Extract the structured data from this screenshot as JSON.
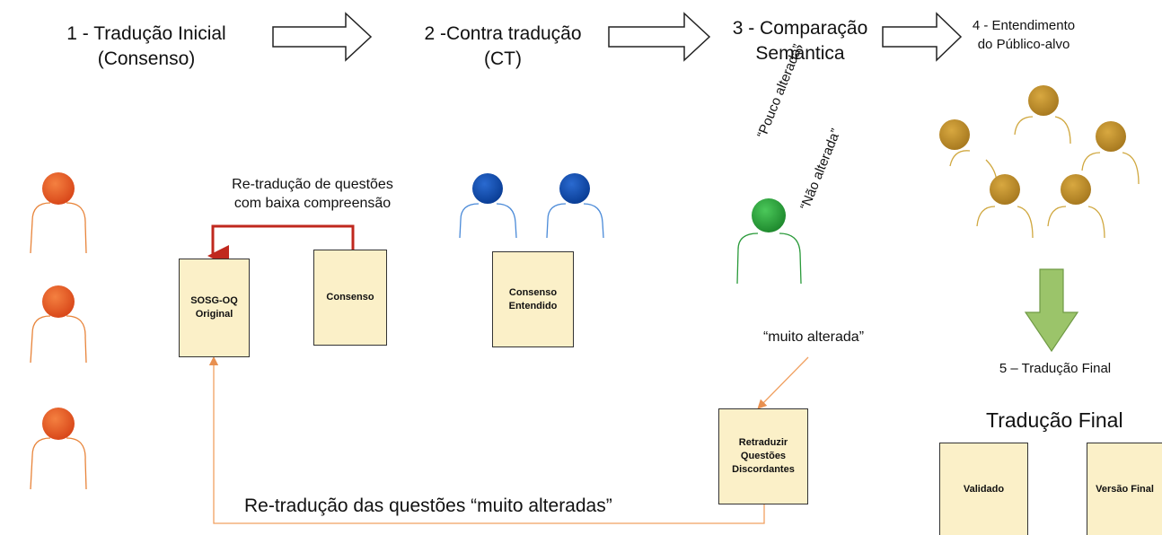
{
  "steps": {
    "s1_line1": "1 - Tradução Inicial",
    "s1_line2": "(Consenso)",
    "s2_line1": "2 -Contra tradução",
    "s2_line2": "(CT)",
    "s3_line1": "3 - Comparação",
    "s3_line2": "Semântica",
    "s4_line1": "4 - Entendimento",
    "s4_line2": "do Público-alvo",
    "s5": "5 – Tradução Final"
  },
  "notes": {
    "retranslation_low_line1": "Re-tradução de questões",
    "retranslation_low_line2": "com baixa compreensão",
    "pouco_alterada": "“Pouco alterada”",
    "nao_alterada": "“Não alterada”",
    "muito_alterada": "“muito alterada”",
    "retranslation_muito": "Re-tradução das questões “muito alteradas”",
    "final_heading": "Tradução Final"
  },
  "boxes": {
    "original_line1": "SOSG-OQ",
    "original_line2": "Original",
    "consenso": "Consenso",
    "entendido_line1": "Consenso",
    "entendido_line2": "Entendido",
    "retraduzir_line1": "Retraduzir",
    "retraduzir_line2": "Questões",
    "retraduzir_line3": "Discordantes",
    "validado": "Validado",
    "versao_final": "Versão Final"
  },
  "colors": {
    "translators": "#e85d20",
    "back_translators": "#0a4aa8",
    "comparator": "#2aa33a",
    "audience": "#c8952a",
    "box_fill": "#fbf0c8",
    "red_arrow": "#c0281e",
    "orange_line": "#f0a060",
    "green_arrow": "#9bc46a"
  }
}
